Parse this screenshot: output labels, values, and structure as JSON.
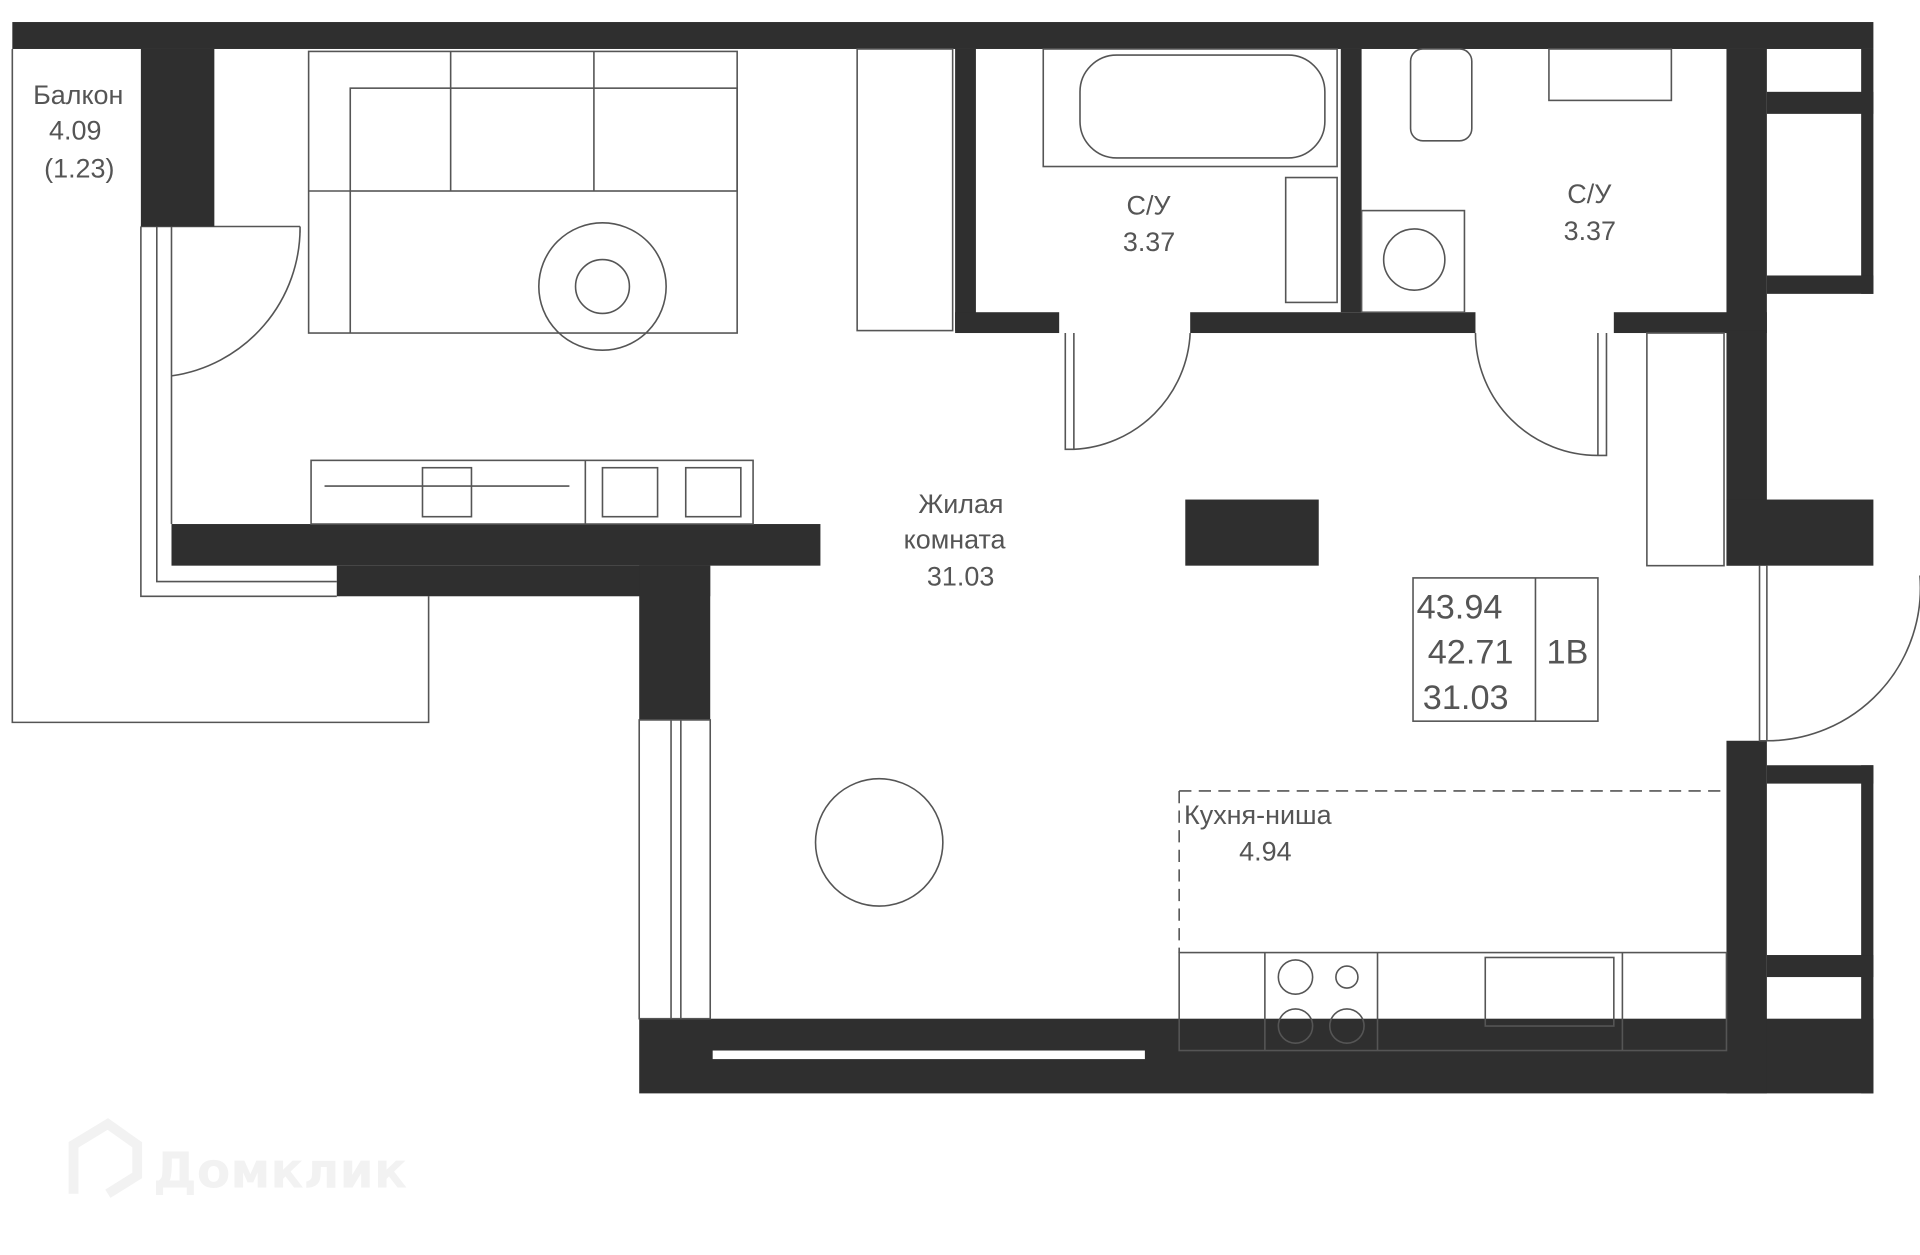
{
  "rooms": {
    "balcony": {
      "name": "Балкон",
      "area": "4.09",
      "reduced_area": "(1.23)"
    },
    "bathroom_1": {
      "name": "С/У",
      "area": "3.37"
    },
    "bathroom_2": {
      "name": "С/У",
      "area": "3.37"
    },
    "living": {
      "name_line1": "Жилая",
      "name_line2": "комната",
      "area": "31.03"
    },
    "kitchen": {
      "name": "Кухня-ниша",
      "area": "4.94"
    }
  },
  "summary": {
    "total_area": "43.94",
    "area_without_balcony": "42.71",
    "living_area": "31.03",
    "type": "1В"
  },
  "watermark": "Домклик",
  "colors": {
    "wall": "#2f2f2f",
    "text": "#555555"
  }
}
